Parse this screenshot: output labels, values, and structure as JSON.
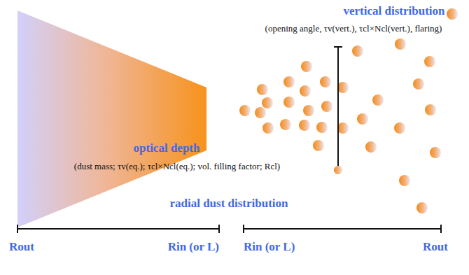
{
  "diagram": {
    "labels": [
      "vertical distribution",
      "(opening angle, τv(vert.), τcl×Ncl(vert.), flaring)",
      "optical depth",
      "(dust mass; τv(eq.); τcl×Ncl(eq.); vol. filling factor; Rcl)",
      "radial dust distribution",
      "Rout",
      "Rin (or L)",
      "Rin (or L)",
      "Rout"
    ]
  }
}
